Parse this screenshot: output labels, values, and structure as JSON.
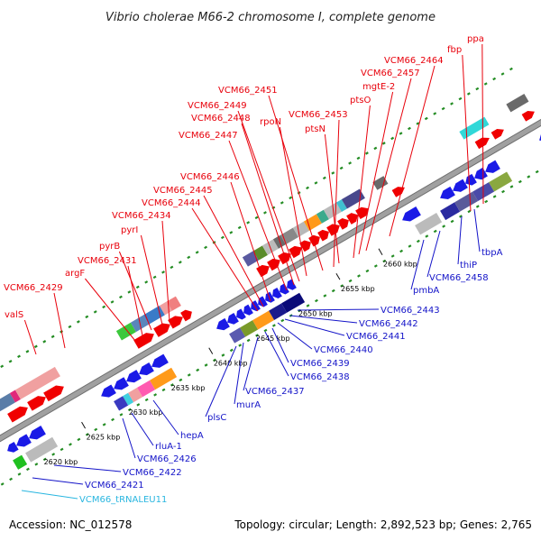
{
  "title": "Vibrio cholerae M66-2 chromosome I, complete genome",
  "accession": "Accession: NC_012578",
  "summary": "Topology: circular; Length: 2,892,523 bp; Genes: 2,765",
  "colors": {
    "forward_label": "#e8000b",
    "reverse_label": "#1313c8",
    "rna_label": "#29b6e0",
    "forward_arrow": "#f00000",
    "reverse_arrow": "#1a1ae6",
    "backbone": "#a0a0a0",
    "tick": "#238c23"
  },
  "ticks": [
    {
      "label": "2620 kbp"
    },
    {
      "label": "2625 kbp"
    },
    {
      "label": "2630 kbp"
    },
    {
      "label": "2635 kbp"
    },
    {
      "label": "2640 kbp"
    },
    {
      "label": "2645 kbp"
    },
    {
      "label": "2650 kbp"
    },
    {
      "label": "2655 kbp"
    },
    {
      "label": "2660 kbp"
    }
  ],
  "forward_genes": [
    {
      "label": "valS"
    },
    {
      "label": "VCM66_2429"
    },
    {
      "label": "argF"
    },
    {
      "label": "VCM66_2431"
    },
    {
      "label": "pyrB"
    },
    {
      "label": "pyrI"
    },
    {
      "label": "VCM66_2434"
    },
    {
      "label": "VCM66_2444"
    },
    {
      "label": "VCM66_2445"
    },
    {
      "label": "VCM66_2446"
    },
    {
      "label": "VCM66_2447"
    },
    {
      "label": "VCM66_2448"
    },
    {
      "label": "VCM66_2449"
    },
    {
      "label": "VCM66_2451"
    },
    {
      "label": "rpoN"
    },
    {
      "label": "VCM66_2453"
    },
    {
      "label": "ptsN"
    },
    {
      "label": "ptsO"
    },
    {
      "label": "mgtE-2"
    },
    {
      "label": "VCM66_2457"
    },
    {
      "label": "VCM66_2464"
    },
    {
      "label": "fbp"
    },
    {
      "label": "ppa"
    }
  ],
  "reverse_genes": [
    {
      "label": "VCM66_tRNALEU11"
    },
    {
      "label": "VCM66_2421"
    },
    {
      "label": "VCM66_2422"
    },
    {
      "label": "VCM66_2426"
    },
    {
      "label": "rluA-1"
    },
    {
      "label": "hepA"
    },
    {
      "label": "plsC"
    },
    {
      "label": "murA"
    },
    {
      "label": "VCM66_2437"
    },
    {
      "label": "VCM66_2438"
    },
    {
      "label": "VCM66_2439"
    },
    {
      "label": "VCM66_2440"
    },
    {
      "label": "VCM66_2441"
    },
    {
      "label": "VCM66_2442"
    },
    {
      "label": "VCM66_2443"
    },
    {
      "label": "pmbA"
    },
    {
      "label": "VCM66_2458"
    },
    {
      "label": "thiP"
    },
    {
      "label": "tbpA"
    }
  ]
}
